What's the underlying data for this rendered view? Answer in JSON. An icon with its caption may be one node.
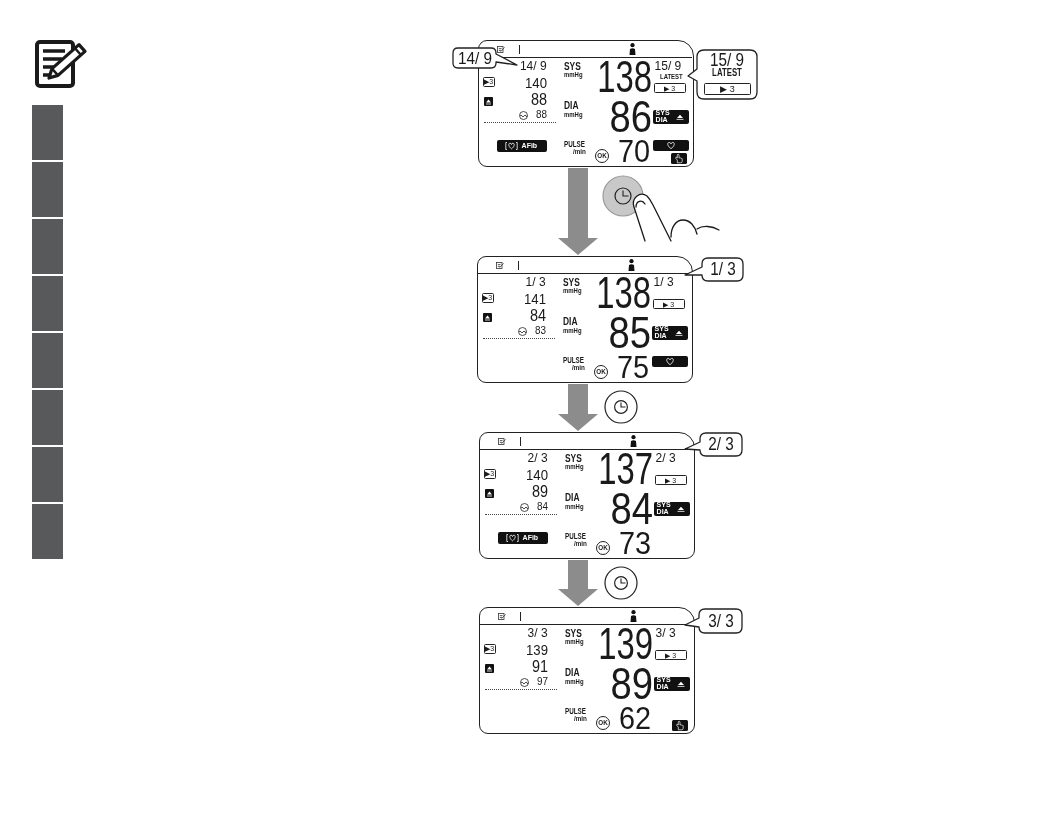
{
  "diagram": {
    "nodes": [
      {
        "text": [
          "14/ 9",
          "140",
          "88",
          "88",
          "SYS",
          "mmHg",
          "DIA",
          "mmHg",
          "PULSE",
          "/min",
          "138",
          "86",
          "70",
          "15/ 9",
          "LATEST"
        ]
      },
      {
        "text": [
          "▶3"
        ],
        "in": 0
      },
      {
        "text": [
          "▶ 3"
        ],
        "in": 0
      },
      {
        "text": [
          "SYS DIA"
        ],
        "in": 0
      },
      {
        "text": [
          "AFib"
        ],
        "in": 0
      },
      {
        "text": [
          "OK"
        ],
        "in": 0
      },
      {
        "text": [
          "14/ 9"
        ]
      },
      {
        "text": [
          "15/ 9",
          "LATEST"
        ]
      },
      {
        "text": [
          "▶ 3"
        ],
        "in": 7
      },
      {
        "text": [
          "1/ 3",
          "141",
          "84",
          "83",
          "SYS",
          "mmHg",
          "DIA",
          "mmHg",
          "PULSE",
          "/min",
          "138",
          "85",
          "75",
          "1/ 3"
        ]
      },
      {
        "text": [
          "▶3"
        ],
        "in": 9
      },
      {
        "text": [
          "▶ 3"
        ],
        "in": 9
      },
      {
        "text": [
          "SYS DIA"
        ],
        "in": 9
      },
      {
        "text": [
          "OK"
        ],
        "in": 9
      },
      {
        "text": [
          "1/ 3"
        ]
      },
      {
        "text": [
          "2/ 3",
          "140",
          "89",
          "84",
          "SYS",
          "mmHg",
          "DIA",
          "mmHg",
          "PULSE",
          "/min",
          "137",
          "84",
          "73",
          "2/ 3"
        ]
      },
      {
        "text": [
          "▶3"
        ],
        "in": 15
      },
      {
        "text": [
          "▶ 3"
        ],
        "in": 15
      },
      {
        "text": [
          "SYS DIA"
        ],
        "in": 15
      },
      {
        "text": [
          "AFib"
        ],
        "in": 15
      },
      {
        "text": [
          "OK"
        ],
        "in": 15
      },
      {
        "text": [
          "2/ 3"
        ]
      },
      {
        "text": [
          "3/ 3",
          "139",
          "91",
          "97",
          "SYS",
          "mmHg",
          "DIA",
          "mmHg",
          "PULSE",
          "/min",
          "139",
          "89",
          "62",
          "3/ 3"
        ]
      },
      {
        "text": [
          "▶3"
        ],
        "in": 22
      },
      {
        "text": [
          "▶ 3"
        ],
        "in": 22
      },
      {
        "text": [
          "SYS DIA"
        ],
        "in": 22
      },
      {
        "text": [
          "OK"
        ],
        "in": 22
      },
      {
        "text": [
          "3/ 3"
        ]
      }
    ],
    "edges": [
      {
        "from": 0,
        "to": 9,
        "arrow": "to"
      },
      {
        "from": 9,
        "to": 15,
        "arrow": "to"
      },
      {
        "from": 15,
        "to": 22,
        "arrow": "to"
      }
    ]
  }
}
